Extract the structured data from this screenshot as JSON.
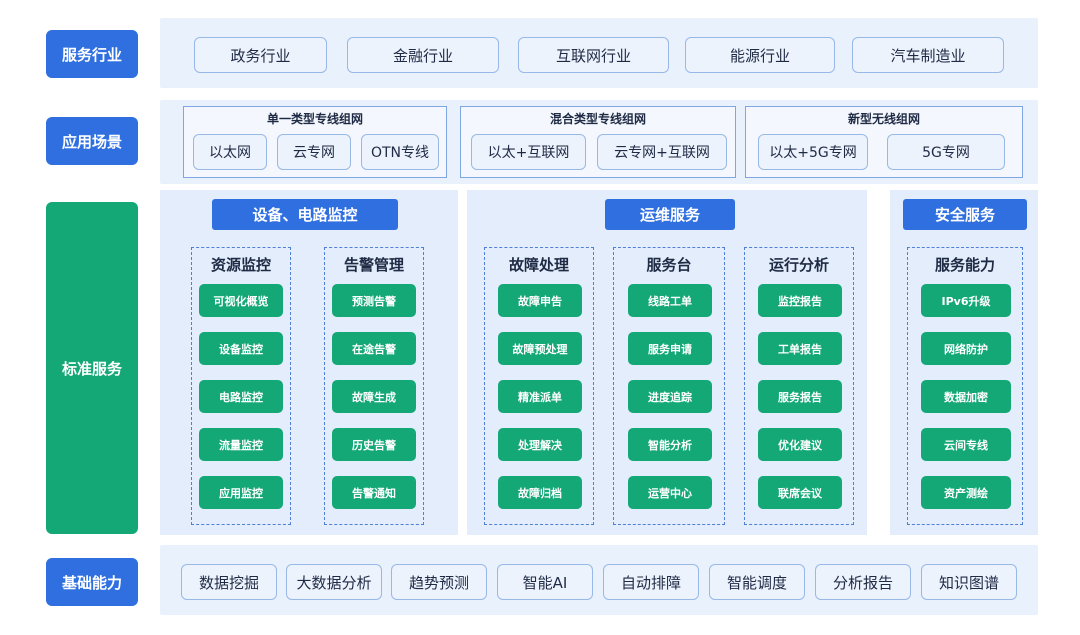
{
  "rows": {
    "industry": "服务行业",
    "scenario": "应用场景",
    "standard": "标准服务",
    "foundation": "基础能力"
  },
  "industries": [
    "政务行业",
    "金融行业",
    "互联网行业",
    "能源行业",
    "汽车制造业"
  ],
  "scenario_groups": [
    {
      "title": "单一类型专线组网",
      "items": [
        "以太网",
        "云专网",
        "OTN专线"
      ]
    },
    {
      "title": "混合类型专线组网",
      "items": [
        "以太+互联网",
        "云专网+互联网"
      ]
    },
    {
      "title": "新型无线组网",
      "items": [
        "以太+5G专网",
        "5G专网"
      ]
    }
  ],
  "panels": [
    {
      "title": "设备、电路监控",
      "columns": [
        {
          "title": "资源监控",
          "items": [
            "可视化概览",
            "设备监控",
            "电路监控",
            "流量监控",
            "应用监控"
          ]
        },
        {
          "title": "告警管理",
          "items": [
            "预测告警",
            "在途告警",
            "故障生成",
            "历史告警",
            "告警通知"
          ]
        }
      ]
    },
    {
      "title": "运维服务",
      "columns": [
        {
          "title": "故障处理",
          "items": [
            "故障申告",
            "故障预处理",
            "精准派单",
            "处理解决",
            "故障归档"
          ]
        },
        {
          "title": "服务台",
          "items": [
            "线路工单",
            "服务申请",
            "进度追踪",
            "智能分析",
            "运营中心"
          ]
        },
        {
          "title": "运行分析",
          "items": [
            "监控报告",
            "工单报告",
            "服务报告",
            "优化建议",
            "联席会议"
          ]
        }
      ]
    },
    {
      "title": "安全服务",
      "columns": [
        {
          "title": "服务能力",
          "items": [
            "IPv6升级",
            "网络防护",
            "数据加密",
            "云间专线",
            "资产测绘"
          ]
        }
      ]
    }
  ],
  "foundation": [
    "数据挖掘",
    "大数据分析",
    "趋势预测",
    "智能AI",
    "自动排障",
    "智能调度",
    "分析报告",
    "知识图谱"
  ]
}
